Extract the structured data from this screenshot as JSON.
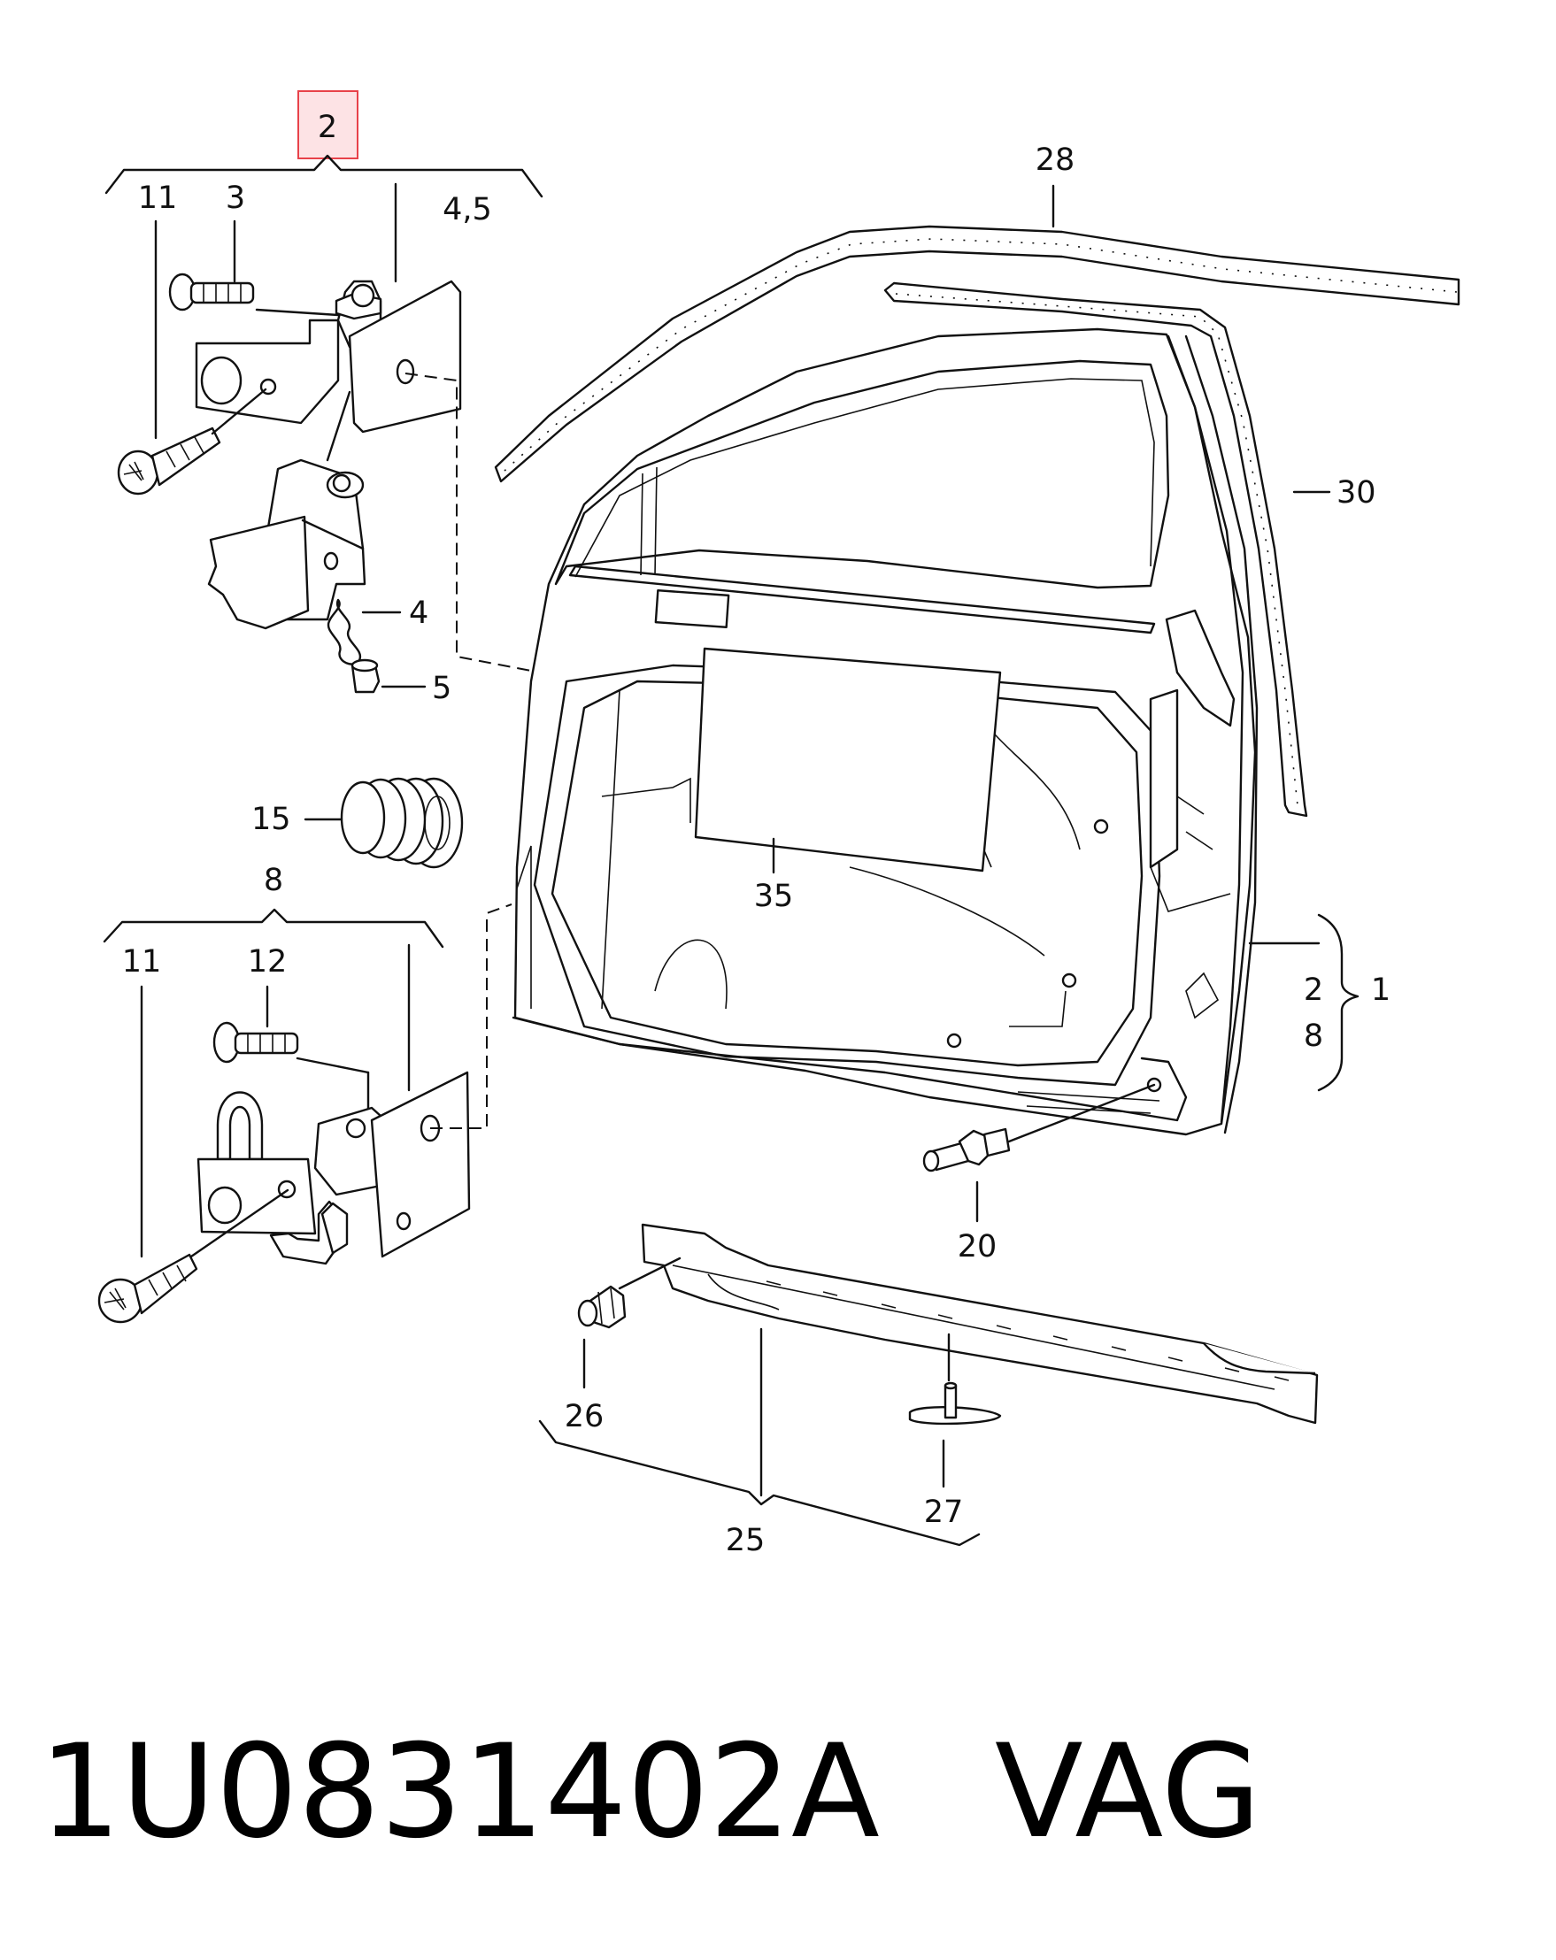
{
  "diagram": {
    "callouts": {
      "hinge_upper_assembly": "2",
      "door_shell": "1",
      "bolt_upper": "11",
      "screw_upper": "3",
      "spring_and_pin": "4,5",
      "spring": "4",
      "pin": "5",
      "bushing": "15",
      "hinge_lower_assembly": "8",
      "bolt_lower": "11",
      "screw_lower": "12",
      "seal_top": "28",
      "seal_rear": "30",
      "membrane": "35",
      "brace_2": "2",
      "brace_8": "8",
      "stud": "20",
      "sill_trim": "25",
      "clip": "26",
      "spacer": "27"
    },
    "highlight_color": "#e8424a",
    "highlight_fill": "#fde3e5"
  },
  "footer": {
    "part_number": "1U0831402A",
    "brand": "VAG"
  }
}
